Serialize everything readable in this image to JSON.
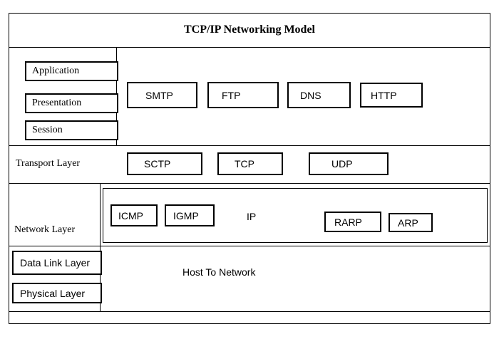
{
  "diagram": {
    "title": "TCP/IP Networking Model",
    "app_section": {
      "layers": {
        "application": "Application",
        "presentation": "Presentation",
        "session": "Session"
      },
      "protocols": {
        "smtp": "SMTP",
        "ftp": "FTP",
        "dns": "DNS",
        "http": "HTTP"
      }
    },
    "transport_section": {
      "label": "Transport Layer",
      "protocols": {
        "sctp": "SCTP",
        "tcp": "TCP",
        "udp": "UDP"
      }
    },
    "network_section": {
      "label": "Network Layer",
      "protocols": {
        "icmp": "ICMP",
        "igmp": "IGMP",
        "ip": "IP",
        "rarp": "RARP",
        "arp": "ARP"
      }
    },
    "bottom_section": {
      "data_link": "Data Link Layer",
      "physical": "Physical Layer",
      "host_to_network": "Host To Network"
    },
    "colors": {
      "border": "#000000",
      "background": "#ffffff"
    }
  }
}
